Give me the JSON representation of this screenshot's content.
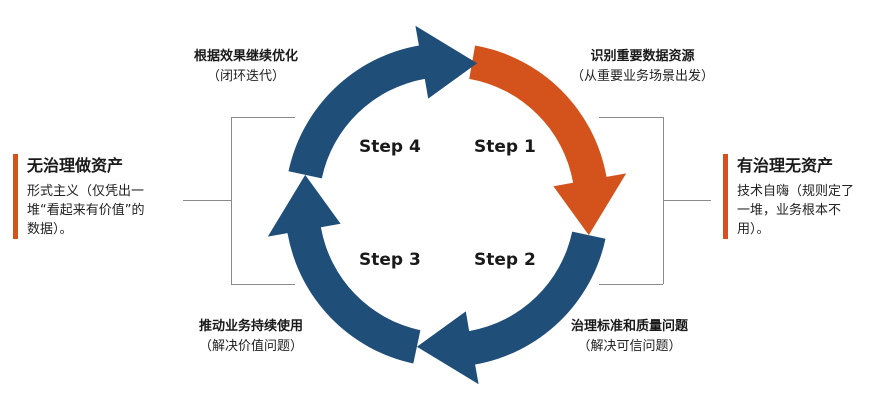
{
  "colors": {
    "blue": "#1f4e79",
    "orange": "#d4531c"
  },
  "steps": [
    {
      "label": "Step 1",
      "title": "识别重要数据资源",
      "sub": "（从重要业务场景出发）",
      "color": "orange"
    },
    {
      "label": "Step 2",
      "title": "治理标准和质量问题",
      "sub": "（解决可信问题）",
      "color": "blue"
    },
    {
      "label": "Step 3",
      "title": "推动业务持续使用",
      "sub": "（解决价值问题）",
      "color": "blue"
    },
    {
      "label": "Step 4",
      "title": "根据效果继续优化",
      "sub": "（闭环迭代）",
      "color": "blue"
    }
  ],
  "left_box": {
    "heading": "无治理做资产",
    "desc_lines": [
      "形式主义（仅凭出一",
      "堆“看起来有价值”的",
      "数据）。"
    ]
  },
  "right_box": {
    "heading": "有治理无资产",
    "desc_lines": [
      "技术自嗨（规则定了",
      "一堆，业务根本不",
      "用）。"
    ]
  }
}
